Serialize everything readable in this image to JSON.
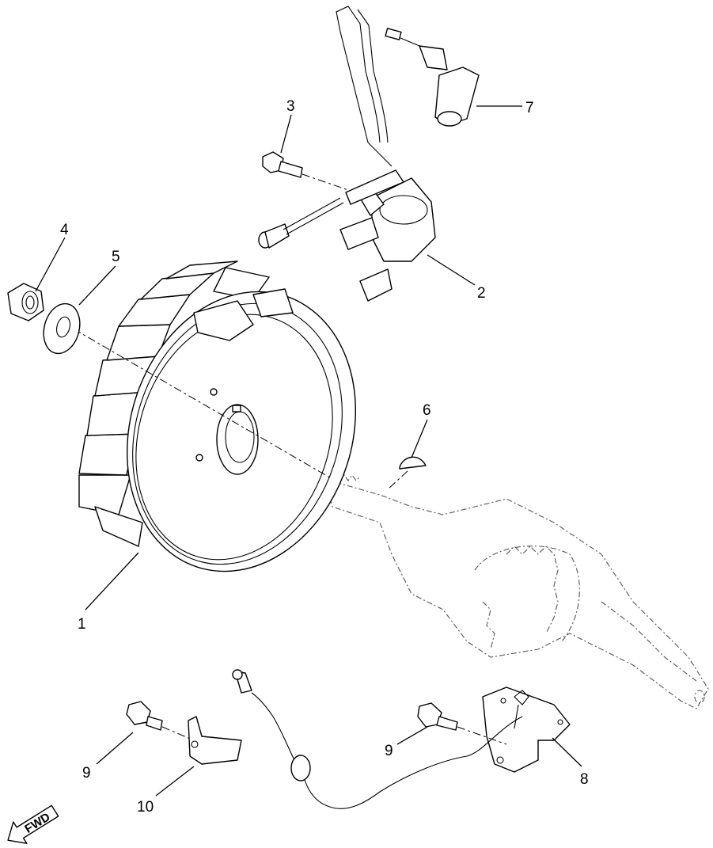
{
  "callouts": [
    {
      "id": "1",
      "label": "1"
    },
    {
      "id": "2",
      "label": "2"
    },
    {
      "id": "3",
      "label": "3"
    },
    {
      "id": "4",
      "label": "4"
    },
    {
      "id": "5",
      "label": "5"
    },
    {
      "id": "6",
      "label": "6"
    },
    {
      "id": "7",
      "label": "7"
    },
    {
      "id": "8",
      "label": "8"
    },
    {
      "id": "9a",
      "label": "9"
    },
    {
      "id": "9b",
      "label": "9"
    },
    {
      "id": "10",
      "label": "10"
    }
  ],
  "direction_arrow": {
    "label": "FWD"
  }
}
